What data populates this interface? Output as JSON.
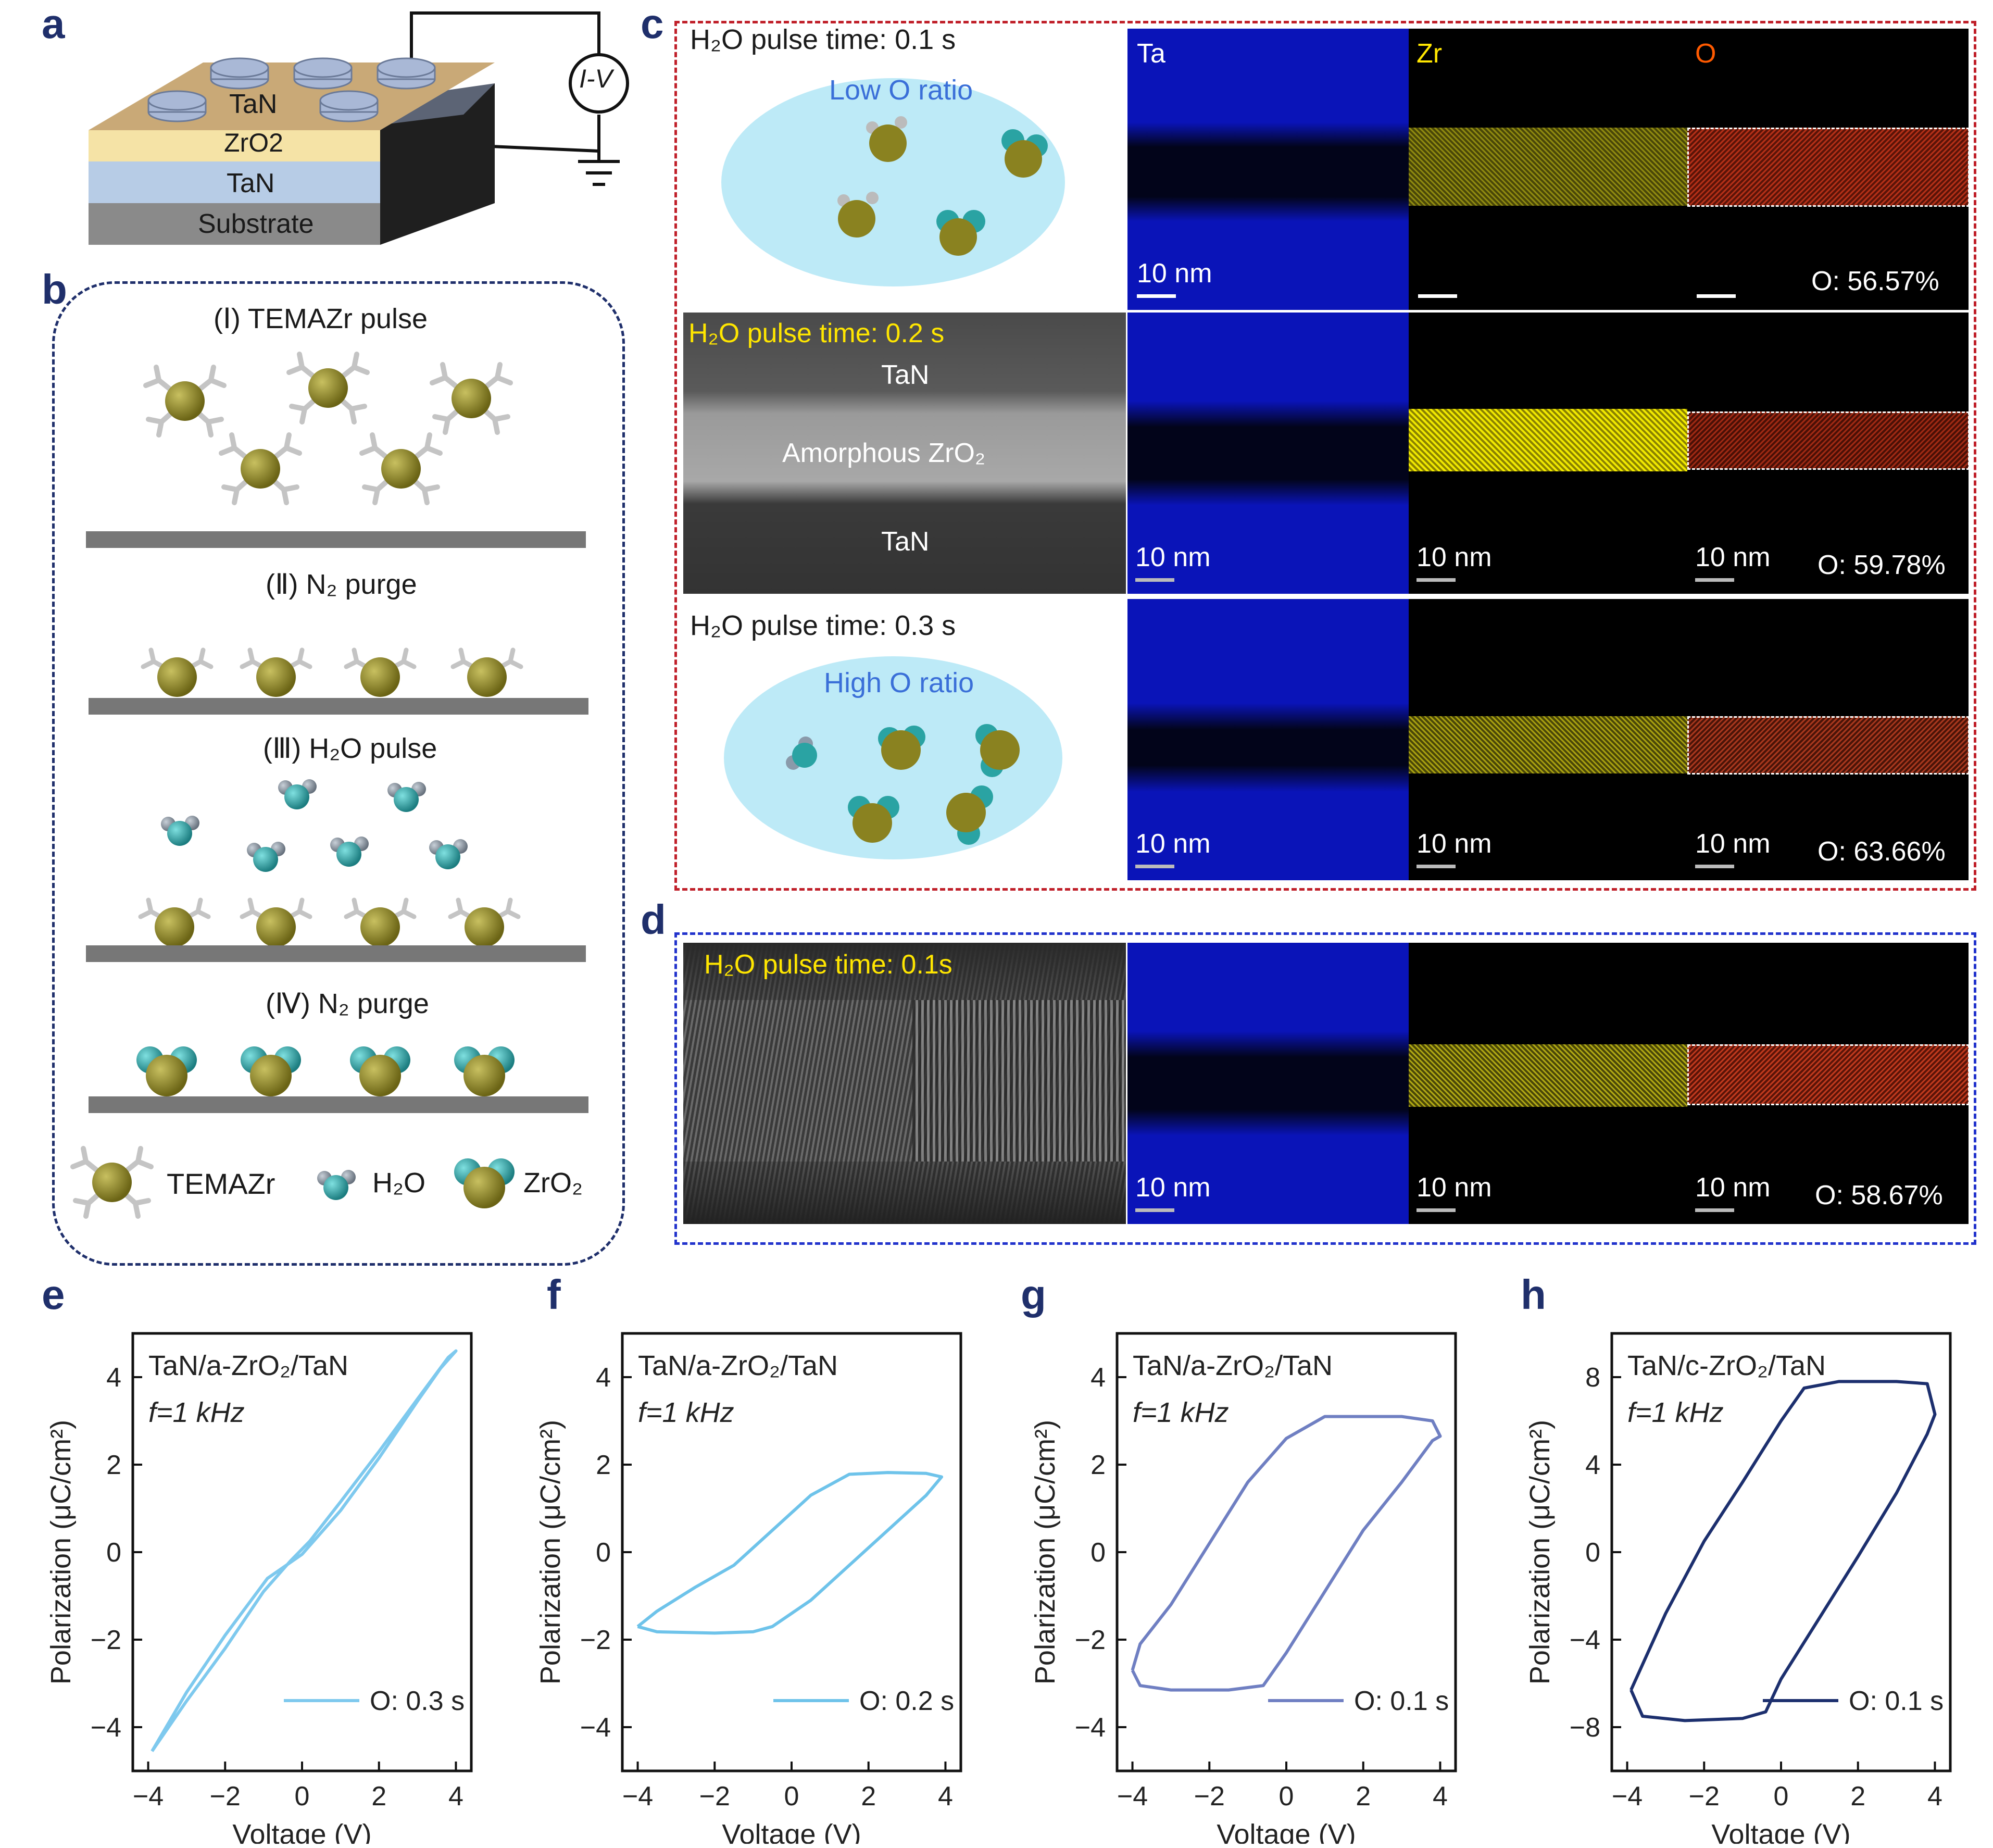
{
  "panel_labels": {
    "a": "a",
    "b": "b",
    "c": "c",
    "d": "d",
    "e": "e",
    "f": "f",
    "g": "g",
    "h": "h"
  },
  "panel_a": {
    "layers": [
      "TaN",
      "ZrO2",
      "TaN",
      "Substrate"
    ],
    "meter": "I-V",
    "colors": {
      "top_electrode": "#a9b8d6",
      "zro2": "#f5e3a6",
      "tan_layer": "#b7cce6",
      "substrate": "#8a8a8a",
      "block": "#1f1f1f"
    }
  },
  "panel_b": {
    "steps": [
      "(Ⅰ) TEMAZr pulse",
      "(Ⅱ) N₂ purge",
      "(Ⅲ) H₂O pulse",
      "(Ⅳ) N₂ purge"
    ],
    "legend": {
      "temazr": "TEMAZr",
      "h2o": "H₂O",
      "zro2": "ZrO₂"
    },
    "colors": {
      "zr": "#8a8220",
      "o": "#2aa3a3",
      "ligand": "#bdbdbd",
      "surface": "#777777",
      "border": "#1f2f6b"
    }
  },
  "panel_c": {
    "row1": {
      "pulse": "H₂O pulse time: 0.1 s",
      "bubble": "Low O ratio",
      "scale": "10 nm",
      "ratio": "O: 56.57%"
    },
    "row2": {
      "pulse": "H₂O pulse time: 0.2 s",
      "top_layer": "TaN",
      "middle_layer": "Amorphous ZrO₂",
      "bottom_layer": "TaN",
      "scale": "10 nm",
      "ratio": "O: 59.78%"
    },
    "row3": {
      "pulse": "H₂O pulse time: 0.3 s",
      "bubble": "High O ratio",
      "scale": "10 nm",
      "ratio": "O: 63.66%"
    },
    "map_labels": {
      "ta": "Ta",
      "zr": "Zr",
      "o": "O"
    },
    "border_color": "#c0202a"
  },
  "panel_d": {
    "pulse": "H₂O pulse time: 0.1s",
    "scale": "10 nm",
    "ratio": "O: 58.67%",
    "border_color": "#2233cc"
  },
  "chart_data": [
    {
      "type": "line",
      "panel": "e",
      "title": "TaN/a-ZrO₂/TaN",
      "subtitle": "f=1 kHz",
      "xlabel": "Voltage (V)",
      "ylabel": "Polarization (μC/cm²)",
      "xlim": [
        -4.4,
        4.4
      ],
      "ylim": [
        -5,
        5
      ],
      "xticks": [
        -4,
        -2,
        0,
        2,
        4
      ],
      "yticks": [
        -4,
        -2,
        0,
        2,
        4
      ],
      "series": [
        {
          "name": "O: 0.3 s",
          "color": "#7ec9ee",
          "x": [
            -3.9,
            -3.0,
            -2.0,
            -1.0,
            -0.3,
            0.2,
            1.0,
            2.0,
            3.0,
            3.8,
            4.0,
            3.6,
            3.0,
            2.0,
            1.0,
            0.0,
            -0.9,
            -2.0,
            -3.0,
            -3.9
          ],
          "y": [
            -4.55,
            -3.4,
            -2.2,
            -0.9,
            -0.2,
            0.25,
            1.15,
            2.3,
            3.5,
            4.45,
            4.6,
            4.2,
            3.45,
            2.15,
            0.95,
            -0.05,
            -0.6,
            -1.9,
            -3.2,
            -4.55
          ]
        }
      ]
    },
    {
      "type": "line",
      "panel": "f",
      "title": "TaN/a-ZrO₂/TaN",
      "subtitle": "f=1 kHz",
      "xlabel": "Voltage (V)",
      "ylabel": "Polarization (μC/cm²)",
      "xlim": [
        -4.4,
        4.4
      ],
      "ylim": [
        -5,
        5
      ],
      "xticks": [
        -4,
        -2,
        0,
        2,
        4
      ],
      "yticks": [
        -4,
        -2,
        0,
        2,
        4
      ],
      "series": [
        {
          "name": "O: 0.2 s",
          "color": "#6ec3ea",
          "x": [
            -4.0,
            -3.5,
            -2.0,
            -1.0,
            -0.5,
            0.5,
            1.5,
            2.5,
            3.5,
            3.9,
            3.5,
            2.5,
            1.5,
            0.5,
            -0.5,
            -1.5,
            -2.5,
            -3.5,
            -4.0
          ],
          "y": [
            -1.7,
            -1.82,
            -1.85,
            -1.82,
            -1.7,
            -1.1,
            -0.3,
            0.5,
            1.3,
            1.72,
            1.8,
            1.82,
            1.78,
            1.3,
            0.5,
            -0.3,
            -0.8,
            -1.35,
            -1.7
          ]
        }
      ]
    },
    {
      "type": "line",
      "panel": "g",
      "title": "TaN/a-ZrO₂/TaN",
      "subtitle": "f=1 kHz",
      "xlabel": "Voltage (V)",
      "ylabel": "Polarization (μC/cm²)",
      "xlim": [
        -4.4,
        4.4
      ],
      "ylim": [
        -5,
        5
      ],
      "xticks": [
        -4,
        -2,
        0,
        2,
        4
      ],
      "yticks": [
        -4,
        -2,
        0,
        2,
        4
      ],
      "series": [
        {
          "name": "O: 0.1 s",
          "color": "#6f7fc2",
          "x": [
            -4.0,
            -3.8,
            -3.0,
            -1.5,
            -0.6,
            0.0,
            1.0,
            2.0,
            3.0,
            3.8,
            4.0,
            3.8,
            3.0,
            1.0,
            0.0,
            -1.0,
            -2.0,
            -3.0,
            -3.8,
            -4.0
          ],
          "y": [
            -2.7,
            -3.05,
            -3.15,
            -3.15,
            -3.05,
            -2.3,
            -0.9,
            0.5,
            1.6,
            2.55,
            2.65,
            3.0,
            3.1,
            3.1,
            2.6,
            1.6,
            0.2,
            -1.2,
            -2.1,
            -2.7
          ]
        }
      ]
    },
    {
      "type": "line",
      "panel": "h",
      "title": "TaN/c-ZrO₂/TaN",
      "subtitle": "f=1 kHz",
      "xlabel": "Voltage (V)",
      "ylabel": "Polarization (μC/cm²)",
      "xlim": [
        -4.4,
        4.4
      ],
      "ylim": [
        -10,
        10
      ],
      "xticks": [
        -4,
        -2,
        0,
        2,
        4
      ],
      "yticks": [
        -8,
        -4,
        0,
        4,
        8
      ],
      "series": [
        {
          "name": "O: 0.1 s",
          "color": "#1c2f6e",
          "x": [
            -3.9,
            -3.6,
            -2.5,
            -1.0,
            -0.4,
            0.0,
            1.0,
            2.0,
            3.0,
            3.8,
            4.0,
            3.8,
            3.0,
            1.5,
            0.6,
            0.0,
            -1.0,
            -2.0,
            -3.0,
            -3.9
          ],
          "y": [
            -6.3,
            -7.5,
            -7.7,
            -7.6,
            -7.3,
            -5.8,
            -3.0,
            -0.2,
            2.7,
            5.4,
            6.3,
            7.7,
            7.8,
            7.8,
            7.5,
            6.0,
            3.2,
            0.5,
            -2.8,
            -6.3
          ]
        }
      ]
    }
  ]
}
